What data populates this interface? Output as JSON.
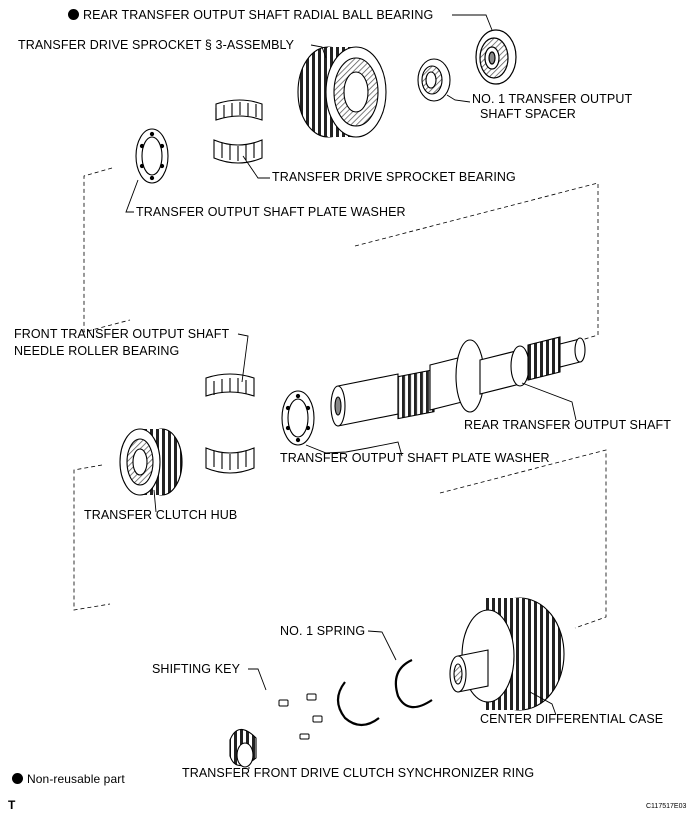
{
  "labels": {
    "rear_ball_bearing": "REAR TRANSFER OUTPUT SHAFT RADIAL BALL BEARING",
    "drive_sprocket": "TRANSFER DRIVE SPROCKET § 3-ASSEMBLY",
    "spacer_line1": "NO. 1 TRANSFER OUTPUT",
    "spacer_line2": "SHAFT SPACER",
    "sprocket_bearing": "TRANSFER DRIVE SPROCKET BEARING",
    "plate_washer_upper": "TRANSFER OUTPUT SHAFT PLATE WASHER",
    "needle_bearing_line1": "FRONT TRANSFER OUTPUT SHAFT",
    "needle_bearing_line2": "NEEDLE ROLLER BEARING",
    "rear_output_shaft": "REAR TRANSFER OUTPUT SHAFT",
    "plate_washer_lower": "TRANSFER OUTPUT SHAFT PLATE WASHER",
    "clutch_hub": "TRANSFER CLUTCH HUB",
    "spring": "NO. 1 SPRING",
    "shifting_key": "SHIFTING KEY",
    "center_diff_case": "CENTER DIFFERENTIAL CASE",
    "sync_ring": "TRANSFER FRONT DRIVE CLUTCH SYNCHRONIZER RING",
    "legend_text": "Non-reusable part",
    "corner_letter": "T",
    "figure_code": "C117517E03"
  },
  "colors": {
    "ink": "#000000",
    "paper": "#ffffff",
    "shade": "#8a8a8a"
  },
  "icons": {
    "non_reusable_marker": "filled-circle"
  }
}
